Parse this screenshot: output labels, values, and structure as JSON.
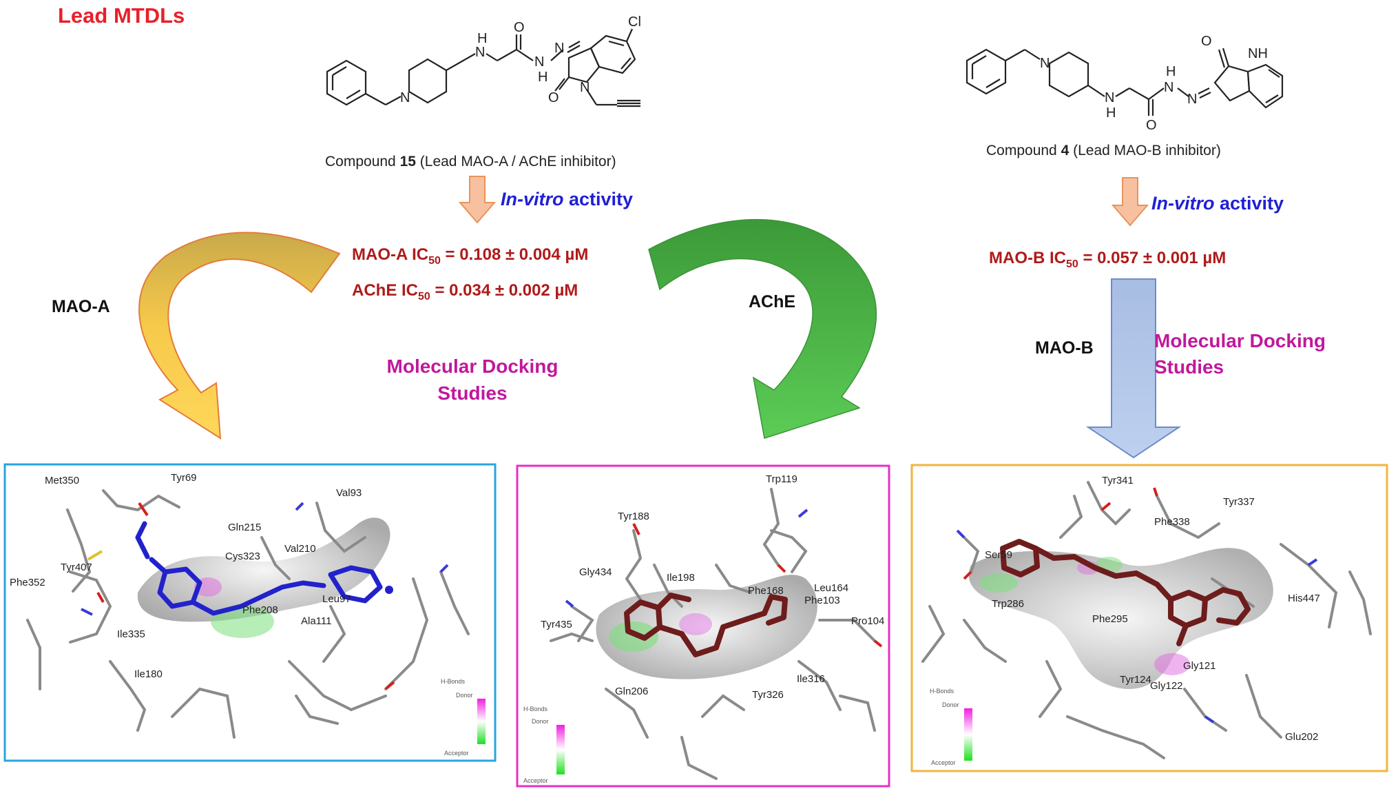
{
  "header": {
    "title": "Lead MTDLs"
  },
  "compound15": {
    "prefix": "Compound ",
    "number": "15",
    "suffix": " (Lead MAO-A / AChE inhibitor)",
    "atoms": {
      "cl": "Cl",
      "n": "N",
      "h": "H",
      "o": "O"
    }
  },
  "compound4": {
    "prefix": "Compound ",
    "number": "4",
    "suffix": " (Lead MAO-B inhibitor)",
    "atoms": {
      "n": "N",
      "h": "H",
      "o": "O",
      "nh": "NH"
    }
  },
  "invitro": {
    "italic": "In-vitro",
    "rest": " activity"
  },
  "results": {
    "maoa": {
      "pre": "MAO-A IC",
      "sub": "50",
      "post": " = 0.108 ± 0.004 µM"
    },
    "ache": {
      "pre": "AChE IC",
      "sub": "50",
      "post": " = 0.034 ± 0.002 µM"
    },
    "maob": {
      "pre": "MAO-B IC",
      "sub": "50",
      "post": " = 0.057 ± 0.001 µM"
    }
  },
  "docking": {
    "line1": "Molecular Docking",
    "line2": "Studies"
  },
  "targets": {
    "maoa": "MAO-A",
    "ache": "AChE",
    "maob": "MAO-B"
  },
  "legend": {
    "title": "H-Bonds",
    "donor": "Donor",
    "acceptor": "Acceptor"
  },
  "panels": {
    "maoa_residues": [
      "Met350",
      "Tyr69",
      "Val93",
      "Gln215",
      "Val210",
      "Tyr407",
      "Cys323",
      "Phe352",
      "Leu97",
      "Phe208",
      "Ala111",
      "Ile335",
      "Ile180"
    ],
    "ache_residues": [
      "Trp119",
      "Tyr188",
      "Ile198",
      "Gly434",
      "Phe168",
      "Leu164",
      "Phe103",
      "Tyr435",
      "Pro104",
      "Ile316",
      "Gln206",
      "Tyr326"
    ],
    "maob_residues": [
      "Tyr341",
      "Tyr337",
      "Phe338",
      "Ser59",
      "His447",
      "Trp286",
      "Phe295",
      "Gly121",
      "Tyr124",
      "Gly122",
      "Glu202"
    ]
  },
  "colors": {
    "title_red": "#e8202a",
    "result_red": "#b01a1a",
    "invitro_blue": "#1f1fd6",
    "docking_magenta": "#c0189c",
    "panel1_border": "#27a5df",
    "panel2_border": "#ea2ec5",
    "panel3_border": "#f0b43c",
    "ligand_blue": "#2222cc",
    "ligand_maroon": "#6e1c1c"
  }
}
